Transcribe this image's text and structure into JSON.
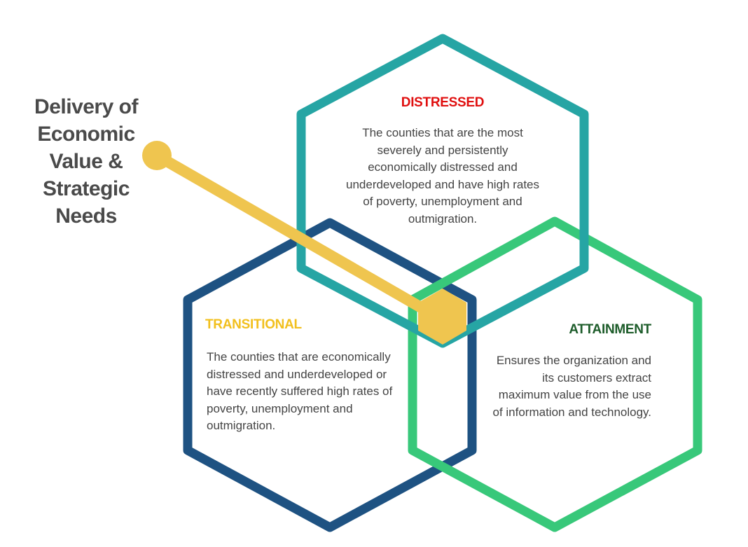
{
  "title": {
    "lines": [
      "Delivery of",
      "Economic",
      "Value &",
      "Strategic",
      "Needs"
    ]
  },
  "colors": {
    "title": "#4a4a4a",
    "connector": "#efc54f",
    "distressed_outline": "#26a5a4",
    "transitional_outline": "#1e5282",
    "attainment_outline": "#38c87a",
    "distressed_heading": "#e01010",
    "transitional_heading": "#f2c01e",
    "attainment_heading": "#1d5c2a",
    "body_text": "#444444"
  },
  "segments": {
    "distressed": {
      "heading": "DISTRESSED",
      "text": "The counties that are the most severely and persistently economically distressed and underdeveloped and have high rates of poverty, unemployment and outmigration."
    },
    "transitional": {
      "heading": "TRANSITIONAL",
      "text": "The counties that are economically distressed and underdeveloped or have recently suffered high rates of poverty, unemployment and outmigration."
    },
    "attainment": {
      "heading": "ATTAINMENT",
      "text": "Ensures the organization and its customers extract maximum value from the use of information and technology."
    }
  }
}
